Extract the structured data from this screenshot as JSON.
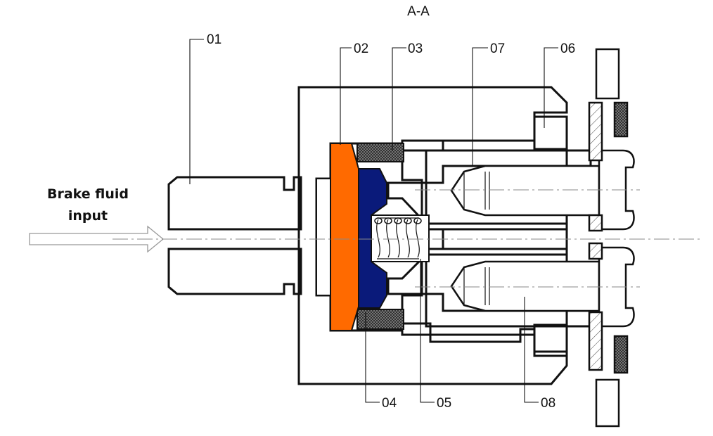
{
  "view_title": "A-A",
  "input_label": {
    "line1": "Brake fluid",
    "line2": "input"
  },
  "part_labels": [
    "01",
    "02",
    "03",
    "07",
    "06",
    "04",
    "05",
    "08"
  ],
  "colors": {
    "diaphragm": "#ff6a00",
    "seal": "#0a1a7a",
    "line": "#111111",
    "arrow": "#999999"
  }
}
